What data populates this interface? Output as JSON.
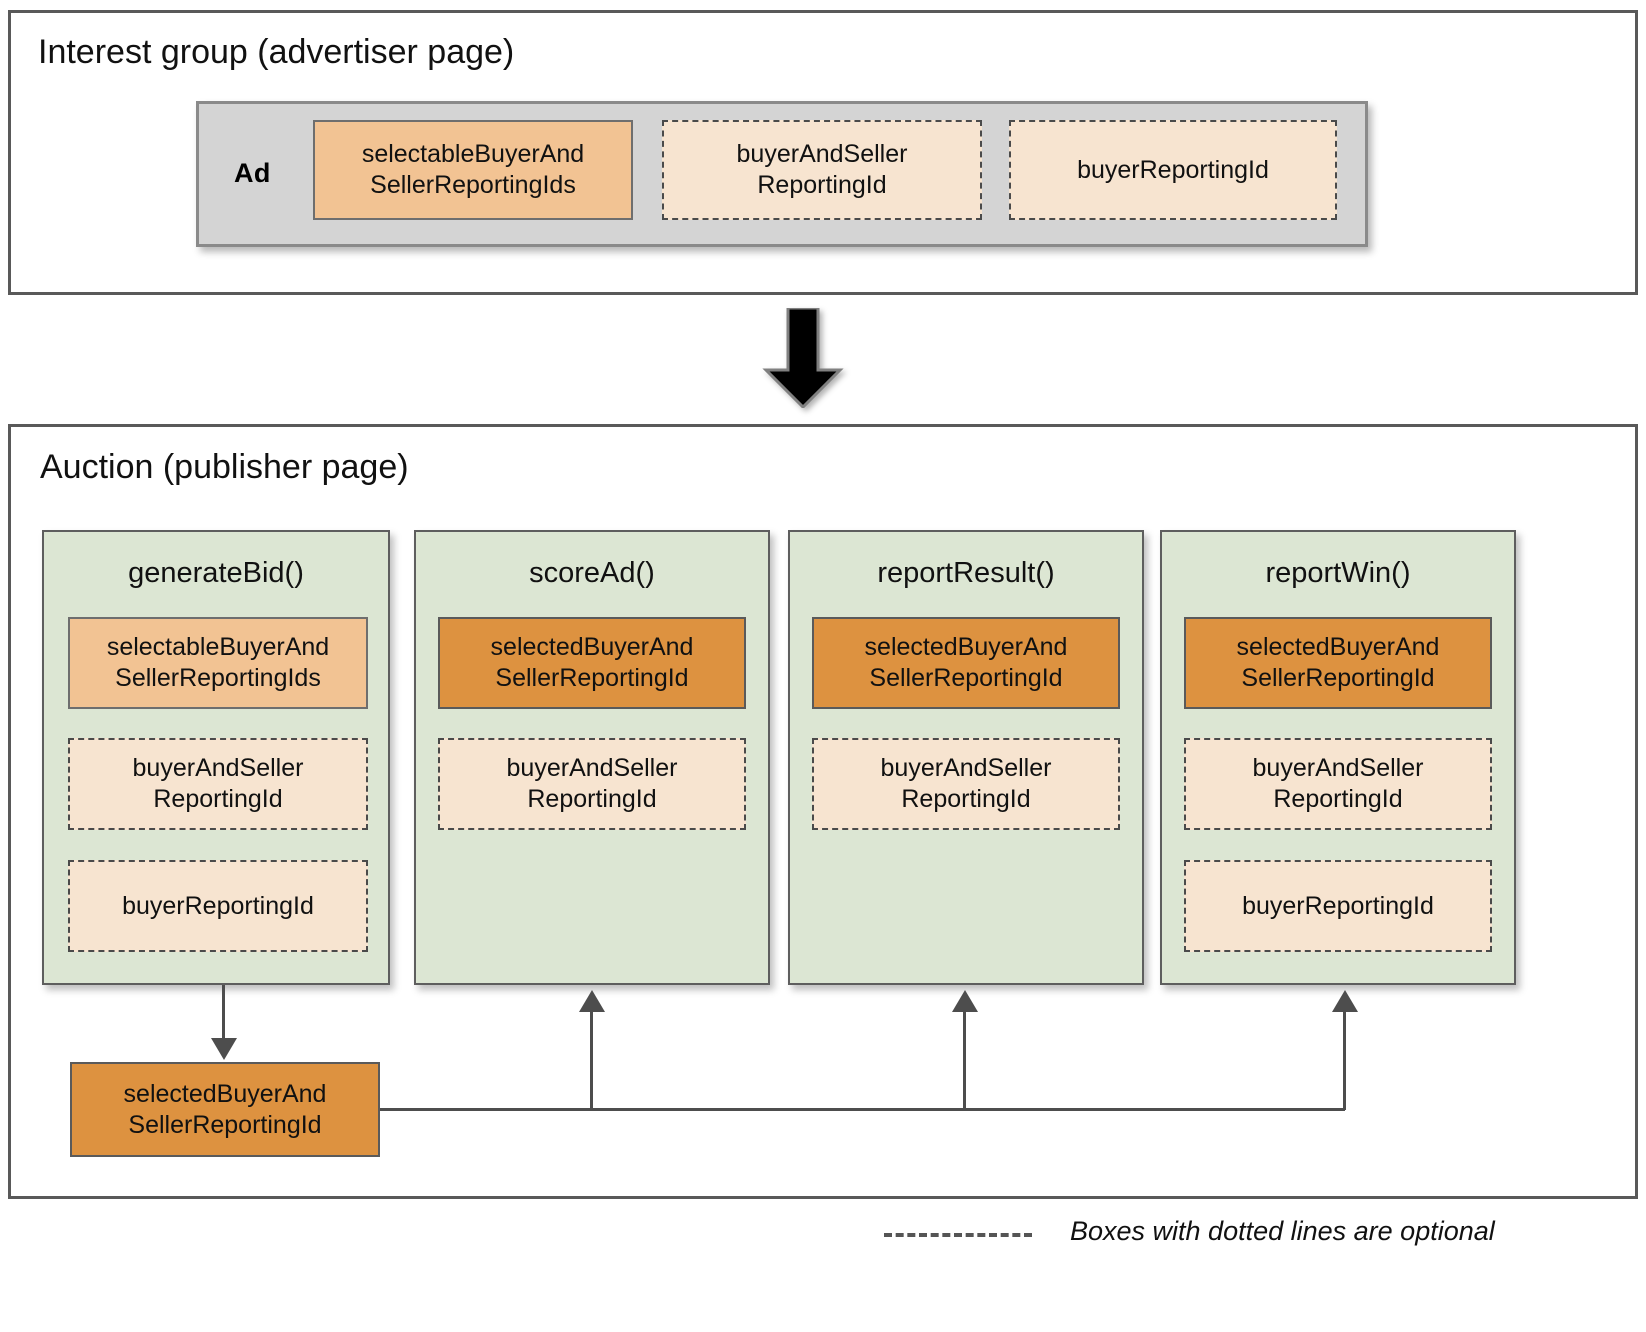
{
  "interest_group": {
    "title": "Interest group (advertiser page)",
    "ad_label": "Ad",
    "boxes": [
      {
        "label": "selectableBuyerAndSellerReportingIds",
        "line1": "selectableBuyerAnd",
        "line2": "SellerReportingIds",
        "style": "solid-mid"
      },
      {
        "label": "buyerAndSellerReportingId",
        "line1": "buyerAndSeller",
        "line2": "ReportingId",
        "style": "dashed"
      },
      {
        "label": "buyerReportingId",
        "line1": "buyerReportingId",
        "line2": "",
        "style": "dashed"
      }
    ]
  },
  "auction": {
    "title": "Auction (publisher page)",
    "columns": [
      {
        "name": "generateBid()",
        "boxes": [
          {
            "line1": "selectableBuyerAnd",
            "line2": "SellerReportingIds",
            "style": "solid-mid"
          },
          {
            "line1": "buyerAndSeller",
            "line2": "ReportingId",
            "style": "dashed"
          },
          {
            "line1": "buyerReportingId",
            "line2": "",
            "style": "dashed"
          }
        ]
      },
      {
        "name": "scoreAd()",
        "boxes": [
          {
            "line1": "selectedBuyerAnd",
            "line2": "SellerReportingId",
            "style": "solid-dark"
          },
          {
            "line1": "buyerAndSeller",
            "line2": "ReportingId",
            "style": "dashed"
          }
        ]
      },
      {
        "name": "reportResult()",
        "boxes": [
          {
            "line1": "selectedBuyerAnd",
            "line2": "SellerReportingId",
            "style": "solid-dark"
          },
          {
            "line1": "buyerAndSeller",
            "line2": "ReportingId",
            "style": "dashed"
          }
        ]
      },
      {
        "name": "reportWin()",
        "boxes": [
          {
            "line1": "selectedBuyerAnd",
            "line2": "SellerReportingId",
            "style": "solid-dark"
          },
          {
            "line1": "buyerAndSeller",
            "line2": "ReportingId",
            "style": "dashed"
          },
          {
            "line1": "buyerReportingId",
            "line2": "",
            "style": "dashed"
          }
        ]
      }
    ],
    "result_box": {
      "line1": "selectedBuyerAnd",
      "line2": "SellerReportingId"
    }
  },
  "legend": {
    "text": "Boxes with dotted lines are optional"
  },
  "colors": {
    "panel_border": "#595959",
    "ad_strip_fill": "#d4d4d4",
    "ad_strip_border": "#8a8a8a",
    "column_fill": "#dce6d3",
    "column_border": "#5e5e5e",
    "box_solid_mid": "#f2c393",
    "box_solid_dark": "#dd9240",
    "box_dashed_fill": "#f7e4d0",
    "connector": "#4d4d4d",
    "big_arrow": "#000000"
  }
}
